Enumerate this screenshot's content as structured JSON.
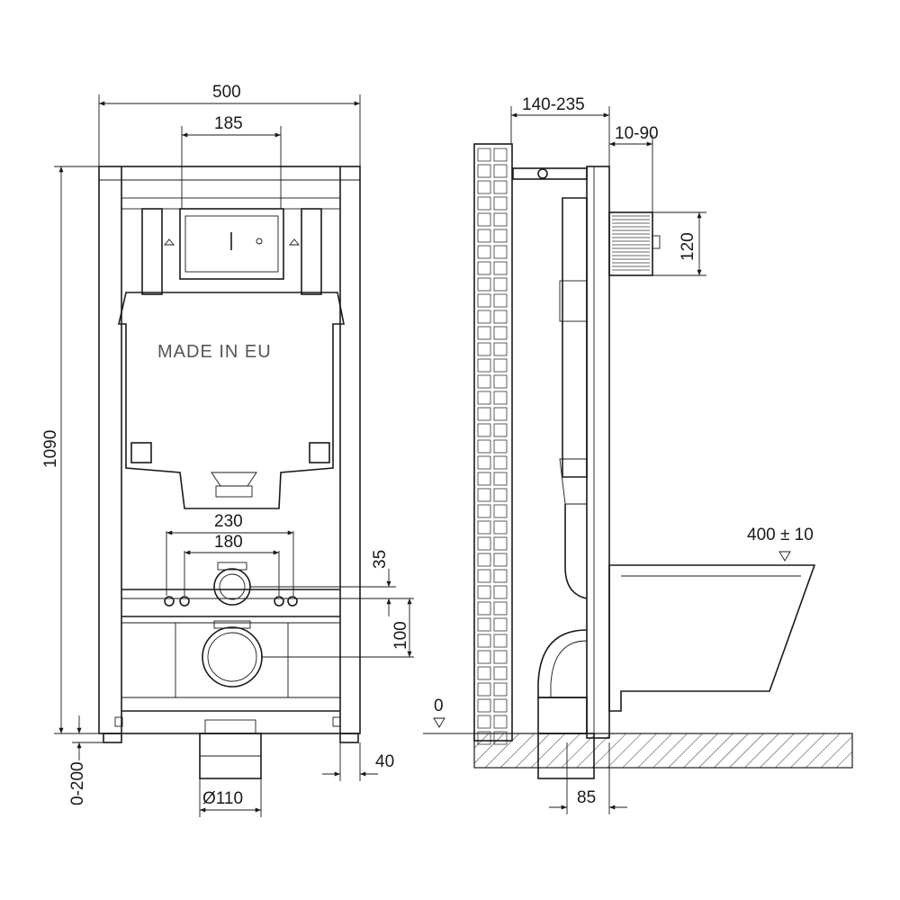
{
  "front_view": {
    "dims": {
      "total_width": "500",
      "mount_width": "185",
      "total_height": "1090",
      "leg_adjust": "0-200",
      "outlet_spacing_outer": "230",
      "outlet_spacing_inner": "180",
      "inlet_offset": "35",
      "outlet_offset": "100",
      "foot_width": "40",
      "drain_diameter": "Ø110"
    },
    "label": "MADE IN EU"
  },
  "side_view": {
    "dims": {
      "depth": "140-235",
      "wall_gap": "10-90",
      "button_height": "120",
      "floor_level": "0",
      "bowl_height": "400 ± 10",
      "drain_offset": "85"
    }
  },
  "colors": {
    "line": "#1a1a1a",
    "tile": "#ffffff"
  }
}
